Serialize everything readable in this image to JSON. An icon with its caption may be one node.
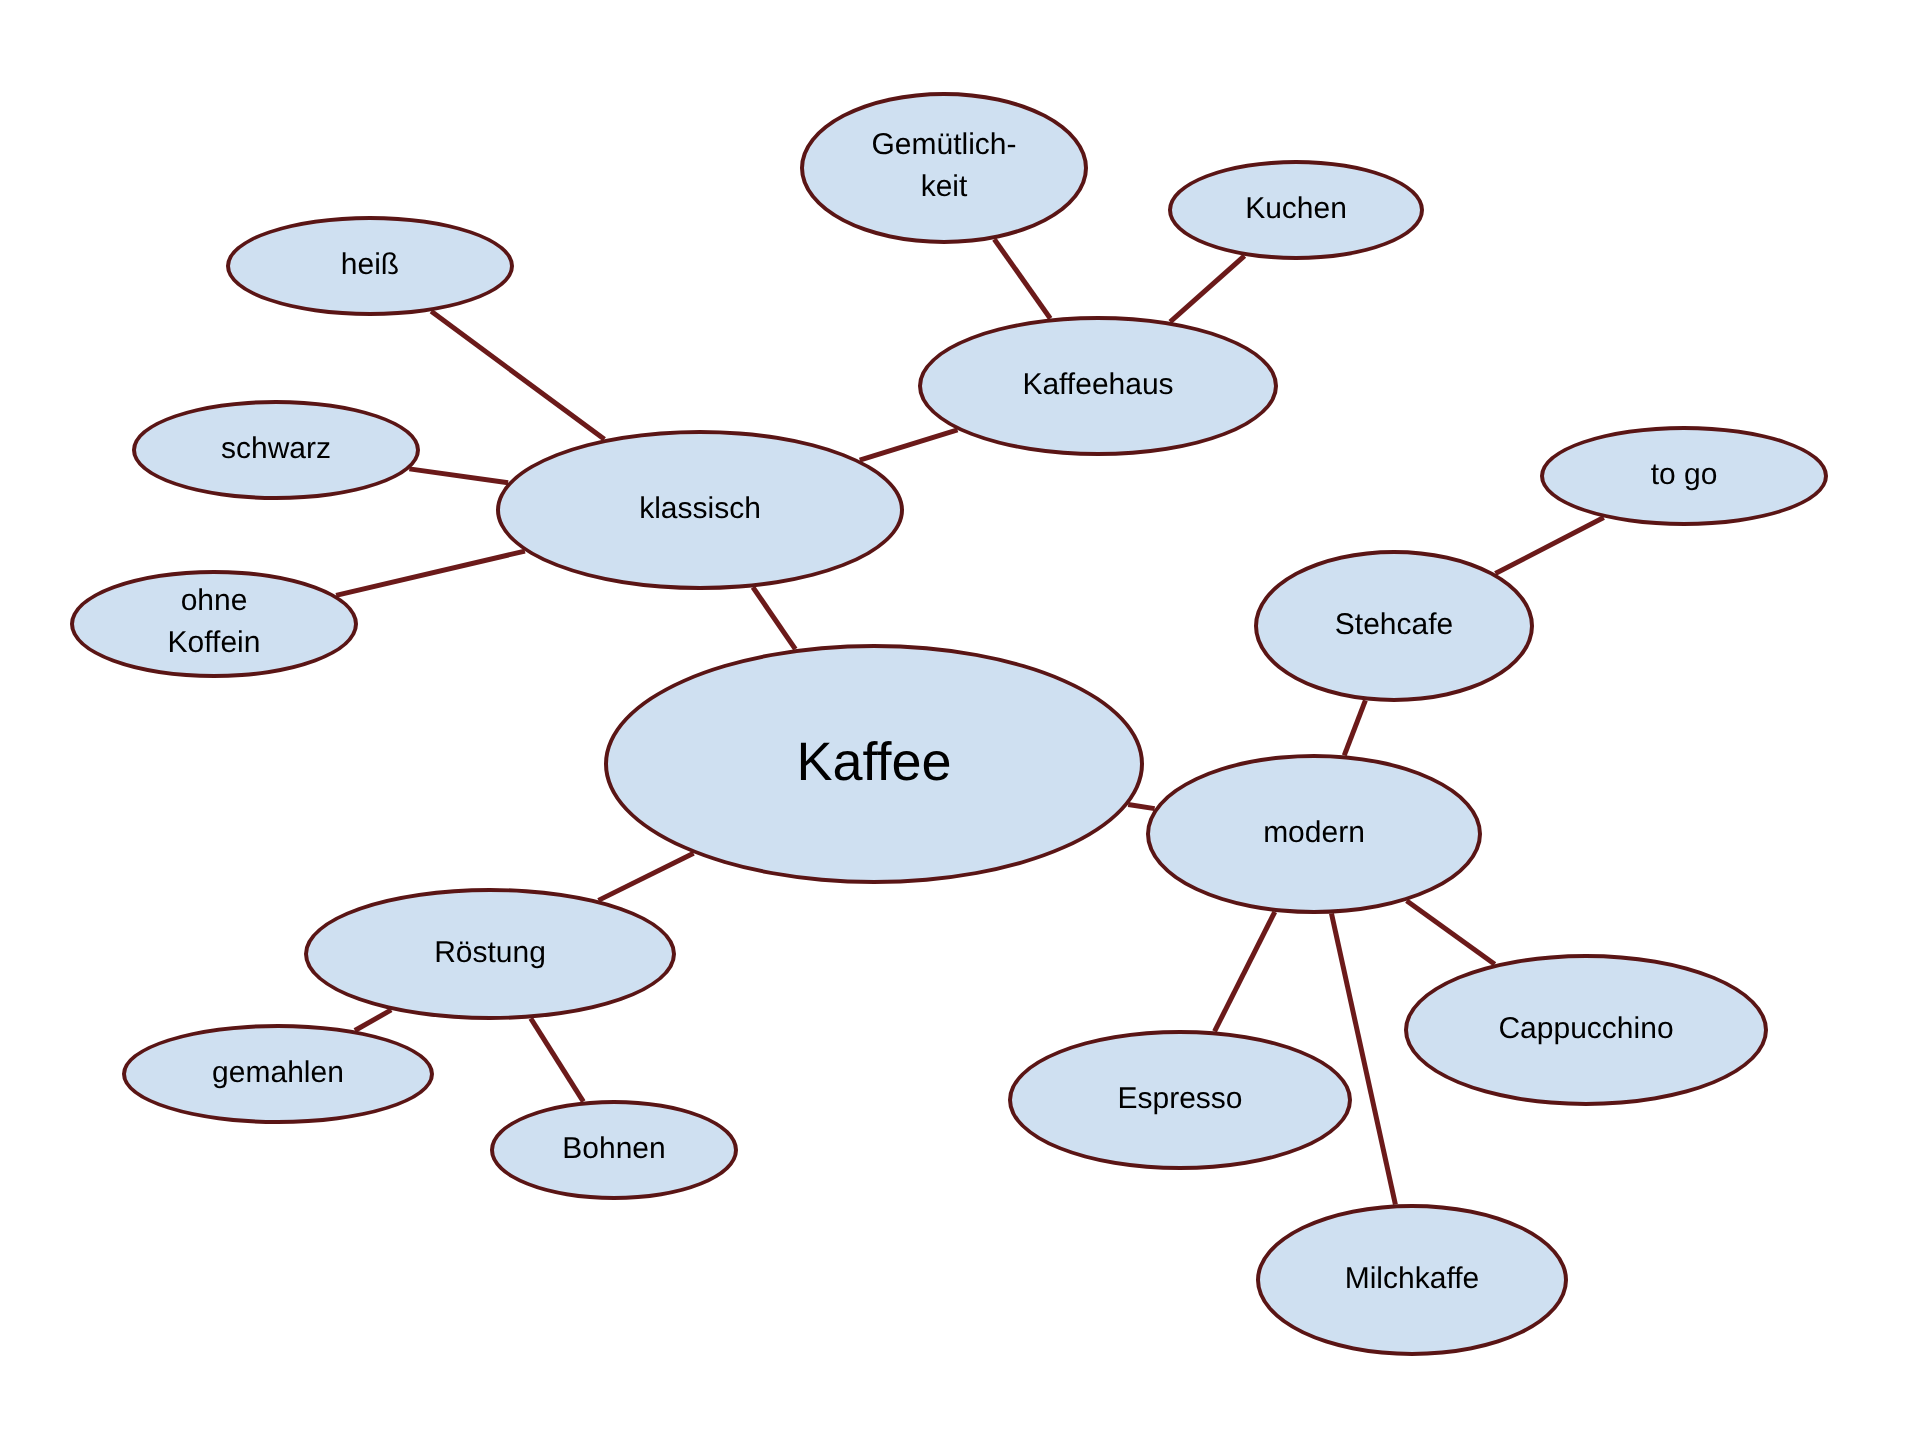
{
  "diagram": {
    "nodes": [
      {
        "text": [
          "Kaffee"
        ]
      },
      {
        "text": [
          "klassisch"
        ]
      },
      {
        "text": [
          "heiß"
        ]
      },
      {
        "text": [
          "schwarz"
        ]
      },
      {
        "text": [
          "ohne Koffein"
        ]
      },
      {
        "text": [
          "Kaffeehaus"
        ]
      },
      {
        "text": [
          "Gemütlich-keit"
        ]
      },
      {
        "text": [
          "Kuchen"
        ]
      },
      {
        "text": [
          "modern"
        ]
      },
      {
        "text": [
          "Stehcafe"
        ]
      },
      {
        "text": [
          "to go"
        ]
      },
      {
        "text": [
          "Espresso"
        ]
      },
      {
        "text": [
          "Cappucchino"
        ]
      },
      {
        "text": [
          "Milchkaffe"
        ]
      },
      {
        "text": [
          "Röstung"
        ]
      },
      {
        "text": [
          "gemahlen"
        ]
      },
      {
        "text": [
          "Bohnen"
        ]
      }
    ],
    "edges": [
      {
        "from": 0,
        "to": 1,
        "arrow": "none"
      },
      {
        "from": 1,
        "to": 2,
        "arrow": "none"
      },
      {
        "from": 1,
        "to": 3,
        "arrow": "none"
      },
      {
        "from": 1,
        "to": 4,
        "arrow": "none"
      },
      {
        "from": 1,
        "to": 5,
        "arrow": "none"
      },
      {
        "from": 5,
        "to": 6,
        "arrow": "none"
      },
      {
        "from": 5,
        "to": 7,
        "arrow": "none"
      },
      {
        "from": 0,
        "to": 8,
        "arrow": "none"
      },
      {
        "from": 8,
        "to": 9,
        "arrow": "none"
      },
      {
        "from": 9,
        "to": 10,
        "arrow": "none"
      },
      {
        "from": 8,
        "to": 11,
        "arrow": "none"
      },
      {
        "from": 8,
        "to": 12,
        "arrow": "none"
      },
      {
        "from": 8,
        "to": 13,
        "arrow": "none"
      },
      {
        "from": 0,
        "to": 14,
        "arrow": "none"
      },
      {
        "from": 14,
        "to": 15,
        "arrow": "none"
      },
      {
        "from": 14,
        "to": 16,
        "arrow": "none"
      }
    ]
  }
}
